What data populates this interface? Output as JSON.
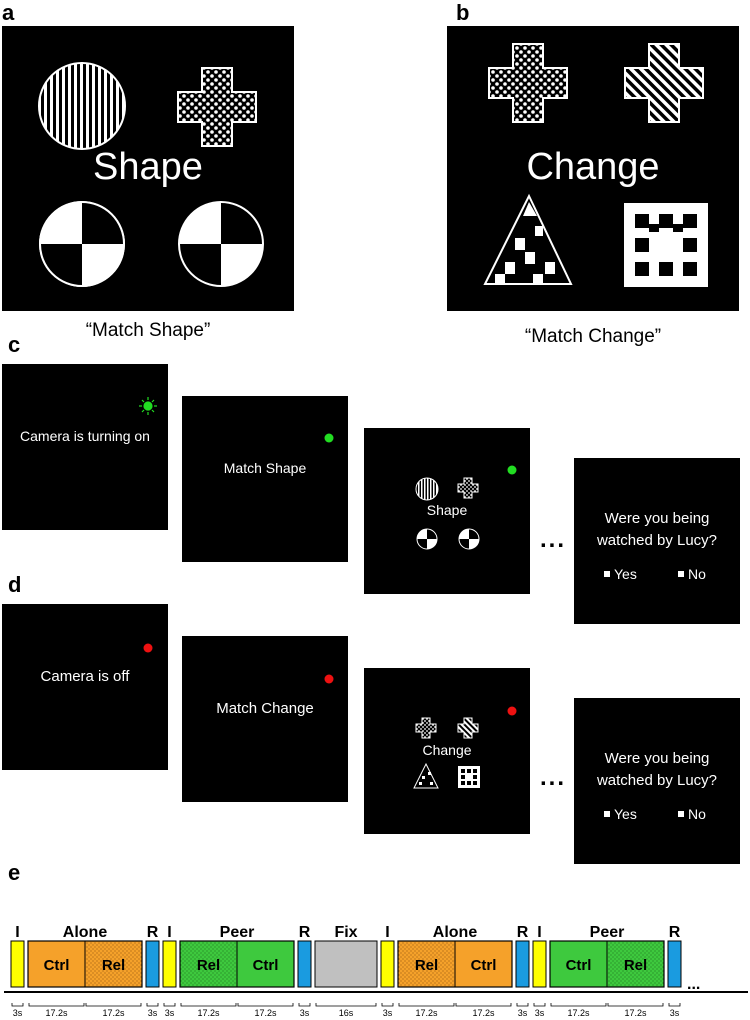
{
  "panels": {
    "a": {
      "letter": "a",
      "word": "Shape",
      "caption": "“Match Shape”"
    },
    "b": {
      "letter": "b",
      "word": "Change",
      "caption": "“Match Change”"
    },
    "c": {
      "letter": "c",
      "screen1": "Camera is turning on",
      "screen2": "Match Shape",
      "screen3_word": "Shape",
      "ellipsis": "...",
      "question_line1": "Were you being",
      "question_line2": "watched by Lucy?",
      "yes": "Yes",
      "no": "No",
      "light_color": "#22dd22"
    },
    "d": {
      "letter": "d",
      "screen1": "Camera is off",
      "screen2": "Match Change",
      "screen3_word": "Change",
      "ellipsis": "...",
      "question_line1": "Were you being",
      "question_line2": "watched by Lucy?",
      "yes": "Yes",
      "no": "No",
      "light_color": "#ee1111"
    },
    "e": {
      "letter": "e",
      "blocks": [
        {
          "label": "I",
          "duration": "3s",
          "kind": "instruction",
          "color": "#ffff00"
        },
        {
          "label": "Alone",
          "sub": [
            "Ctrl",
            "Rel"
          ],
          "sub_textures": [
            "plain",
            "dotted"
          ],
          "durations": [
            "17.2s",
            "17.2s"
          ],
          "kind": "task",
          "color": "#f5a12a"
        },
        {
          "label": "R",
          "duration": "3s",
          "kind": "rating",
          "color": "#1a9be0"
        },
        {
          "label": "I",
          "duration": "3s",
          "kind": "instruction",
          "color": "#ffff00"
        },
        {
          "label": "Peer",
          "sub": [
            "Rel",
            "Ctrl"
          ],
          "sub_textures": [
            "dotted",
            "plain"
          ],
          "durations": [
            "17.2s",
            "17.2s"
          ],
          "kind": "task",
          "color": "#3ec93e"
        },
        {
          "label": "R",
          "duration": "3s",
          "kind": "rating",
          "color": "#1a9be0"
        },
        {
          "label": "Fix",
          "duration": "16s",
          "kind": "fixation",
          "color": "#c0c0c0"
        },
        {
          "label": "I",
          "duration": "3s",
          "kind": "instruction",
          "color": "#ffff00"
        },
        {
          "label": "Alone",
          "sub": [
            "Rel",
            "Ctrl"
          ],
          "sub_textures": [
            "dotted",
            "plain"
          ],
          "durations": [
            "17.2s",
            "17.2s"
          ],
          "kind": "task",
          "color": "#f5a12a"
        },
        {
          "label": "R",
          "duration": "3s",
          "kind": "rating",
          "color": "#1a9be0"
        },
        {
          "label": "I",
          "duration": "3s",
          "kind": "instruction",
          "color": "#ffff00"
        },
        {
          "label": "Peer",
          "sub": [
            "Ctrl",
            "Rel"
          ],
          "sub_textures": [
            "plain",
            "dotted"
          ],
          "durations": [
            "17.2s",
            "17.2s"
          ],
          "kind": "task",
          "color": "#3ec93e"
        },
        {
          "label": "R",
          "duration": "3s",
          "kind": "rating",
          "color": "#1a9be0"
        }
      ],
      "trailing": "..."
    }
  }
}
